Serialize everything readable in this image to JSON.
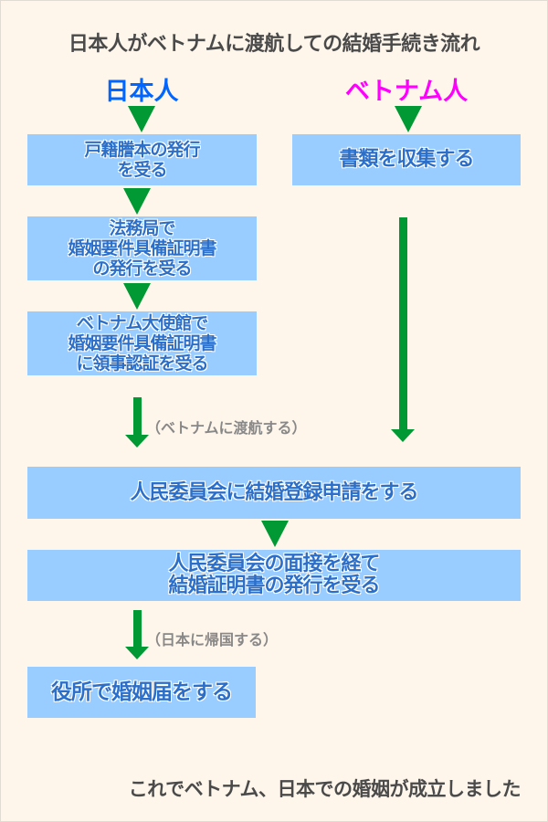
{
  "title": "日本人がベトナムに渡航しての結婚手続き流れ",
  "columns": {
    "japanese": {
      "label": "日本人",
      "color": "#0066ff"
    },
    "vietnamese": {
      "label": "ベトナム人",
      "color": "#ff00ff"
    }
  },
  "steps": {
    "koseki": "戸籍謄本の発行\nを受る",
    "collect": "書類を収集する",
    "legal_office": "法務局で\n婚姻要件具備証明書\nの発行を受る",
    "embassy": "ベトナム大使館で\n婚姻要件具備証明書\nに領事認証を受る",
    "register": "人民委員会に結婚登録申請をする",
    "interview": "人民委員会の面接を経て\n結婚証明書の発行を受る",
    "city_hall": "役所で婚姻届をする"
  },
  "notes": {
    "travel": "（ベトナムに渡航する）",
    "return": "（日本に帰国する）"
  },
  "footer": "これでベトナム、日本での婚姻が成立しました",
  "colors": {
    "box": "#99ccff",
    "arrow": "#009933",
    "text": "#2c6fc9"
  }
}
